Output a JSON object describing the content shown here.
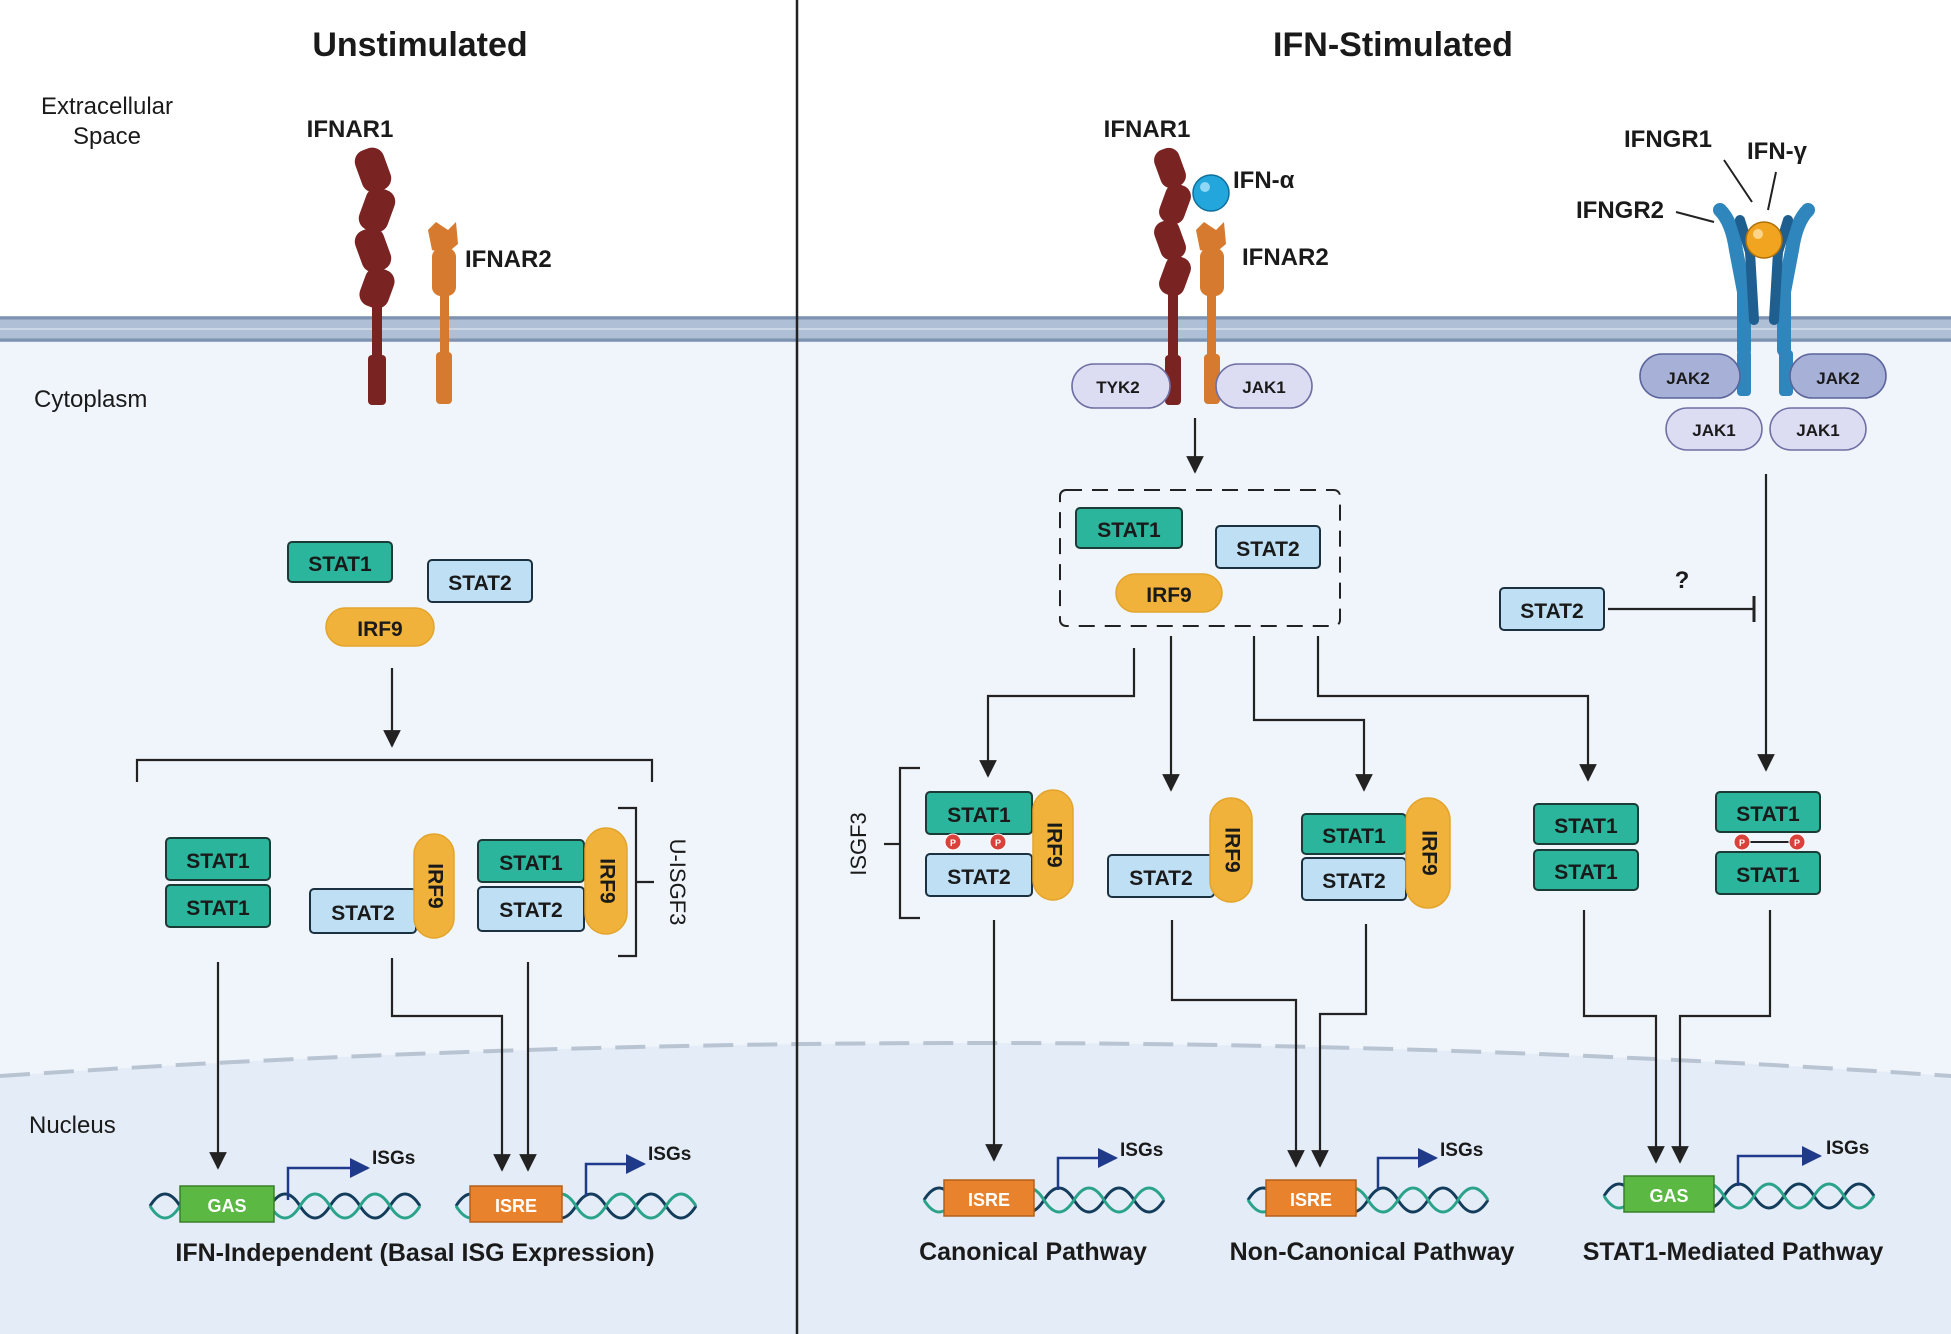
{
  "panels": {
    "left_title": "Unstimulated",
    "right_title": "IFN-Stimulated"
  },
  "regions": {
    "extracellular_line1": "Extracellular",
    "extracellular_line2": "Space",
    "cytoplasm": "Cytoplasm",
    "nucleus": "Nucleus"
  },
  "receptors": {
    "ifnar1": "IFNAR1",
    "ifnar2": "IFNAR2",
    "ifn_alpha": "IFN-α",
    "ifngr1": "IFNGR1",
    "ifngr2": "IFNGR2",
    "ifn_gamma": "IFN-γ"
  },
  "kinases": {
    "tyk2": "TYK2",
    "jak1": "JAK1",
    "jak2": "JAK2"
  },
  "proteins": {
    "stat1": "STAT1",
    "stat2": "STAT2",
    "irf9": "IRF9",
    "phospho": "P"
  },
  "complexes": {
    "u_isgf3": "U-ISGF3",
    "isgf3": "ISGF3"
  },
  "unknown_mark": "?",
  "elements": {
    "gas": "GAS",
    "isre": "ISRE",
    "isgs": "ISGs"
  },
  "pathways": {
    "basal": "IFN-Independent (Basal ISG Expression)",
    "canonical": "Canonical Pathway",
    "non_canonical": "Non-Canonical Pathway",
    "stat1_mediated": "STAT1-Mediated Pathway"
  },
  "colors": {
    "stat1": "#2bb59c",
    "stat2": "#bfe0f4",
    "irf9": "#f0b23a",
    "ifnar1": "#7a2323",
    "ifnar2": "#d67a2f",
    "ifngr": "#2f86bd",
    "ifn_alpha": "#22a6db",
    "ifn_gamma": "#f0a41f",
    "gas": "#5ab843",
    "isre": "#e8822c",
    "membrane": "#9db3cf",
    "cytoplasm": "#f0f5fb",
    "nucleus": "#e4ecf7"
  }
}
